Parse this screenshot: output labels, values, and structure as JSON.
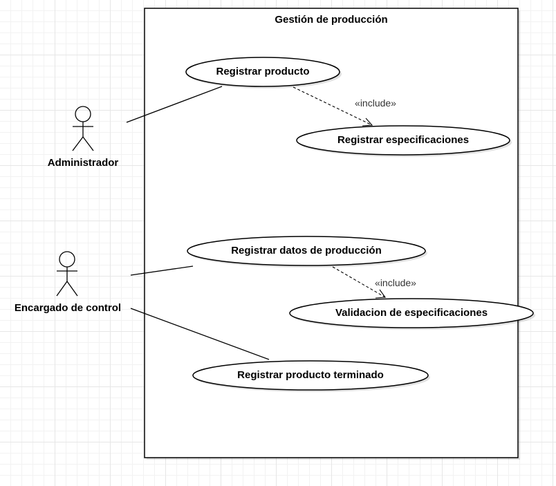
{
  "system": {
    "title": "Gestión de producción"
  },
  "actors": {
    "admin": {
      "label": "Administrador"
    },
    "control": {
      "label": "Encargado de control"
    }
  },
  "use_cases": {
    "registrar_producto": "Registrar producto",
    "registrar_especificaciones": "Registrar especificaciones",
    "registrar_datos_produccion": "Registrar datos de producción",
    "validacion_especificaciones": "Validacion de especificaciones",
    "registrar_producto_terminado": "Registrar producto terminado"
  },
  "relations": {
    "include_1": "«include»",
    "include_2": "«include»"
  },
  "colors": {
    "stroke": "#000000",
    "shape_fill": "#ffffff",
    "grid": "#e6e6e6"
  }
}
